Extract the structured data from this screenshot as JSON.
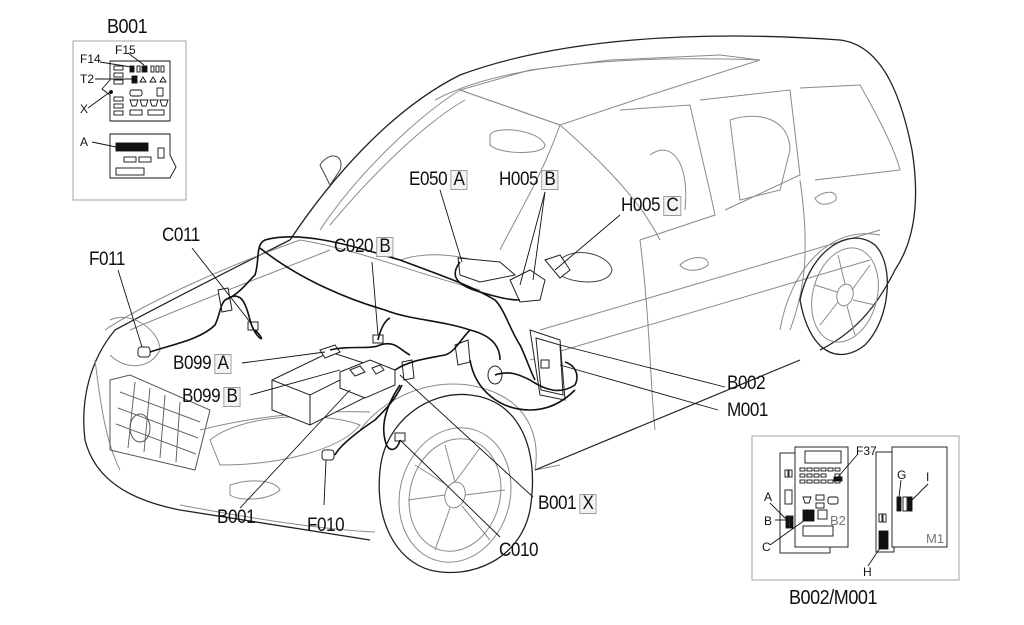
{
  "diagram": {
    "subject": "Hatchback car wiring harness location diagram",
    "callouts": [
      {
        "id": "E050",
        "suffix": "A"
      },
      {
        "id": "H005",
        "suffix": "B"
      },
      {
        "id": "H005",
        "suffix": "C"
      },
      {
        "id": "C011",
        "suffix": ""
      },
      {
        "id": "C020",
        "suffix": "B"
      },
      {
        "id": "F011",
        "suffix": ""
      },
      {
        "id": "B099",
        "suffix": "A"
      },
      {
        "id": "B099",
        "suffix": "B"
      },
      {
        "id": "B002",
        "suffix": ""
      },
      {
        "id": "M001",
        "suffix": ""
      },
      {
        "id": "B001",
        "suffix": ""
      },
      {
        "id": "F010",
        "suffix": ""
      },
      {
        "id": "B001",
        "suffix": "X"
      },
      {
        "id": "C010",
        "suffix": ""
      }
    ],
    "inset_b001": {
      "title": "B001",
      "labels": [
        "F14",
        "F15",
        "T2",
        "X",
        "A"
      ]
    },
    "inset_b002_m001": {
      "title": "B002/M001",
      "labels": [
        "F37",
        "A",
        "B",
        "C",
        "B2",
        "G",
        "I",
        "H",
        "M1"
      ]
    }
  },
  "colors": {
    "line": "#111111",
    "body_line": "#8a8a8a",
    "frame": "#9a9a9a",
    "suffix_box_border": "#999999"
  }
}
